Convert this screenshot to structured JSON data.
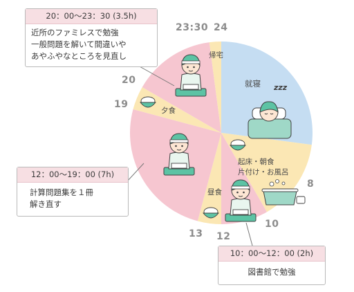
{
  "colors": {
    "sleep": "#c5ddf2",
    "study": "#f6c6d0",
    "other": "#fbe7b4",
    "hour_text": "#8c8c8c",
    "callout_header": "#f7dfe3",
    "figure": "#5cc3a4"
  },
  "hour_labels": {
    "h24": "24",
    "h2330": "23:30",
    "h20": "20",
    "h19": "19",
    "h13": "13",
    "h12": "12",
    "h10": "10",
    "h8": "8"
  },
  "segment_labels": {
    "sleep": "就寝",
    "homecoming": "帰宅",
    "dinner": "夕食",
    "lunch": "昼食",
    "morning_1": "起床・朝食",
    "morning_2": "片付け・お風呂"
  },
  "callouts": {
    "evening": {
      "time": "20：00〜23：30 (3.5h)",
      "lines": [
        "近所のファミレスで勉強",
        "一般問題を解いて間違いや",
        "あやふやなところを見直し"
      ]
    },
    "afternoon": {
      "time": "12：00〜19：00 (7h)",
      "lines": [
        "計算問題集を１冊",
        "解き直す"
      ]
    },
    "morning": {
      "time": "10：00〜12：00 (2h)",
      "lines": [
        "図書館で勉強"
      ]
    }
  },
  "sleep_mark": "zzz",
  "icons": {
    "sleeping_person": "sleeping-person-icon",
    "studying_person": "studying-person-icon",
    "rice_bowl": "rice-bowl-icon",
    "bathtub": "bathtub-icon"
  }
}
